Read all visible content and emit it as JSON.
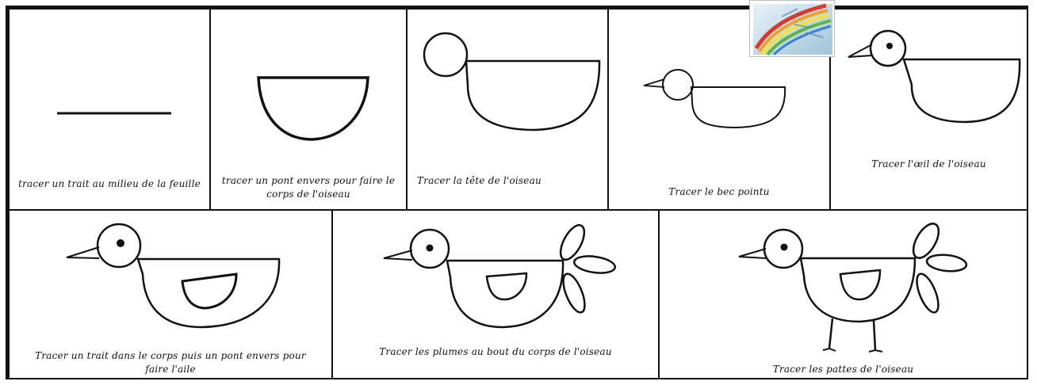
{
  "worksheet": {
    "steps": [
      {
        "caption": "tracer un trait au milieu de la feuille"
      },
      {
        "caption": "tracer un pont envers pour faire le corps de l'oiseau"
      },
      {
        "caption": "Tracer la tête de l'oiseau"
      },
      {
        "caption": "Tracer le bec pointu"
      },
      {
        "caption": "Tracer l'œil de l'oiseau"
      },
      {
        "caption": "Tracer un trait dans le corps puis un pont envers pour faire l'aile"
      },
      {
        "caption": "Tracer les plumes au bout du corps de l'oiseau"
      },
      {
        "caption": "Tracer les pattes de l'oiseau"
      }
    ]
  },
  "logo": {
    "icon": "rainbow-watercolor-icon"
  }
}
